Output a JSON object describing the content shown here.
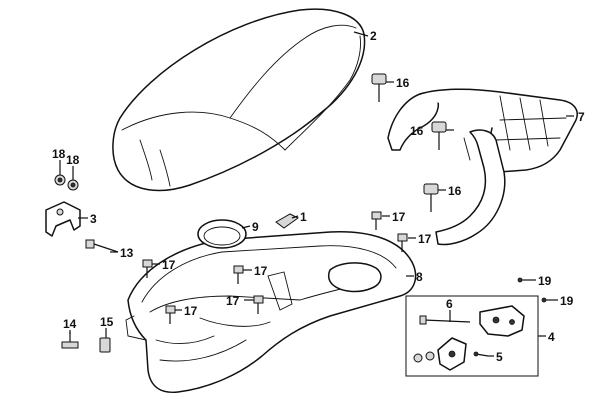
{
  "labels": {
    "l1": "1",
    "l2": "2",
    "l3": "3",
    "l4": "4",
    "l5": "5",
    "l6": "6",
    "l7": "7",
    "l8": "8",
    "l9": "9",
    "l13": "13",
    "l14": "14",
    "l15": "15",
    "l16a": "16",
    "l16b": "16",
    "l16c": "16",
    "l17a": "17",
    "l17b": "17",
    "l17c": "17",
    "l17d": "17",
    "l17e": "17",
    "l17f": "17",
    "l18a": "18",
    "l18b": "18",
    "l19a": "19",
    "l19b": "19"
  }
}
